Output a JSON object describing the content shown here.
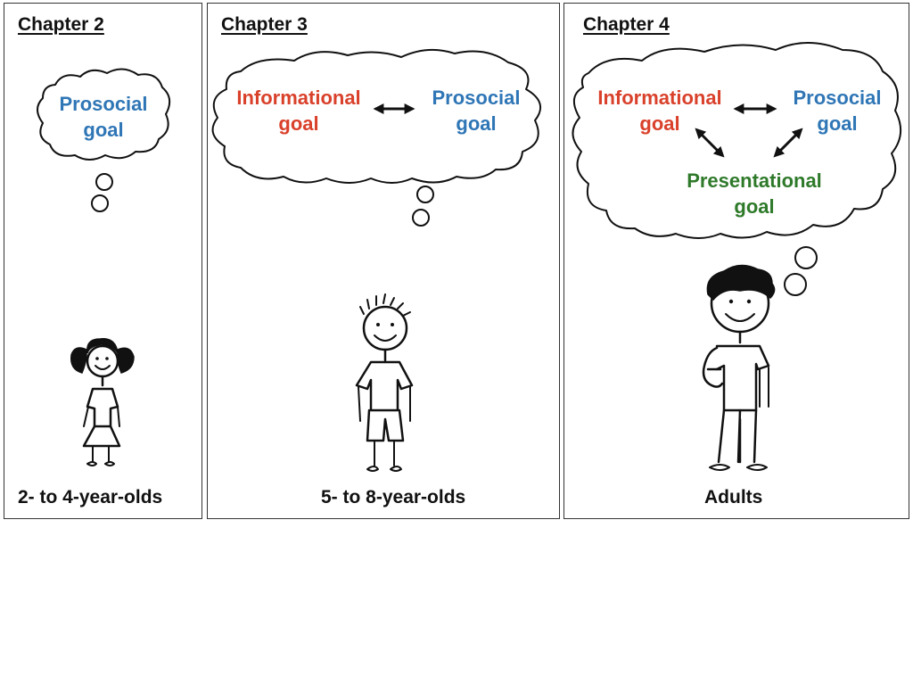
{
  "colors": {
    "prosocial": "#2f76b6",
    "informational": "#d9412b",
    "presentational": "#2f7a2a"
  },
  "panels": [
    {
      "chapter": "Chapter 2",
      "age_group": "2- to 4-year-olds",
      "goals": {
        "prosocial": "Prosocial\ngoal"
      },
      "figure_icon": "girl-stick-figure-icon"
    },
    {
      "chapter": "Chapter 3",
      "age_group": "5- to 8-year-olds",
      "goals": {
        "informational": "Informational\ngoal",
        "prosocial": "Prosocial\ngoal"
      },
      "figure_icon": "boy-stick-figure-icon"
    },
    {
      "chapter": "Chapter 4",
      "age_group": "Adults",
      "goals": {
        "informational": "Informational\ngoal",
        "prosocial": "Prosocial\ngoal",
        "presentational": "Presentational\ngoal"
      },
      "figure_icon": "adult-stick-figure-icon"
    }
  ]
}
